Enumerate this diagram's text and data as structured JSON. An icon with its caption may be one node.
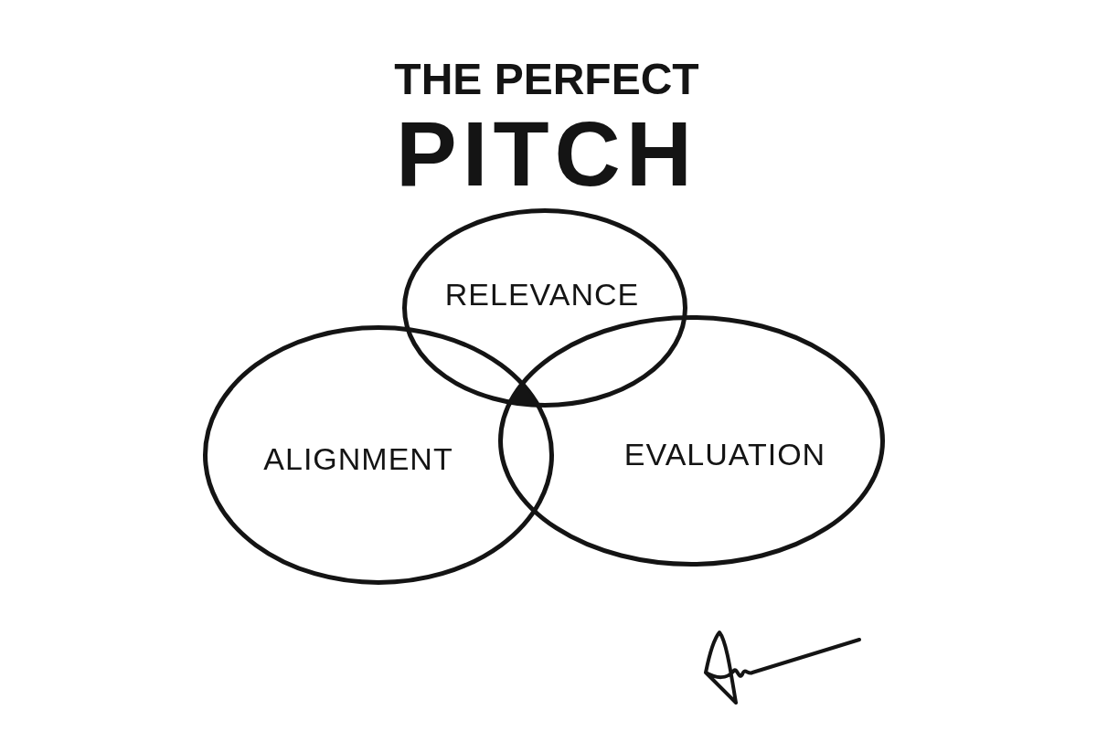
{
  "diagram": {
    "title": "THE PERFECT PITCH",
    "nodes": [
      {
        "text": [
          "RELEVANCE"
        ]
      },
      {
        "text": [
          "ALIGNMENT"
        ]
      },
      {
        "text": [
          "EVALUATION"
        ]
      }
    ]
  }
}
